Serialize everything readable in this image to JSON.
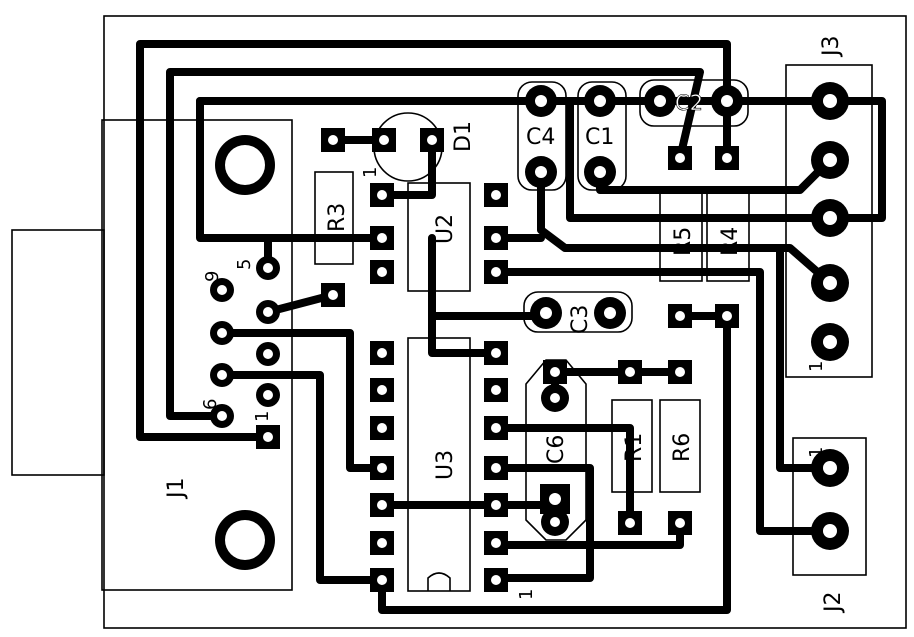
{
  "components": {
    "j1": "J1",
    "j2": "J2",
    "j3": "J3",
    "u2": "U2",
    "u3": "U3",
    "d1": "D1",
    "c1": "C1",
    "c2": "C2",
    "c3": "C3",
    "c4": "C4",
    "c6": "C6",
    "r1": "R1",
    "r3": "R3",
    "r4": "R4",
    "r5": "R5",
    "r6": "R6"
  },
  "pin_labels": {
    "j1_pin9": "9",
    "j1_pin5": "5",
    "j1_pin6": "6",
    "j1_pin1": "1",
    "j2_pin1": "1",
    "j3_pin1": "1",
    "u3_pin1": "1",
    "d1_pin1": "1"
  },
  "colors": {
    "background": "#ffffff",
    "copper": "#000000",
    "silkscreen": "#000000",
    "drill": "#ffffff"
  }
}
